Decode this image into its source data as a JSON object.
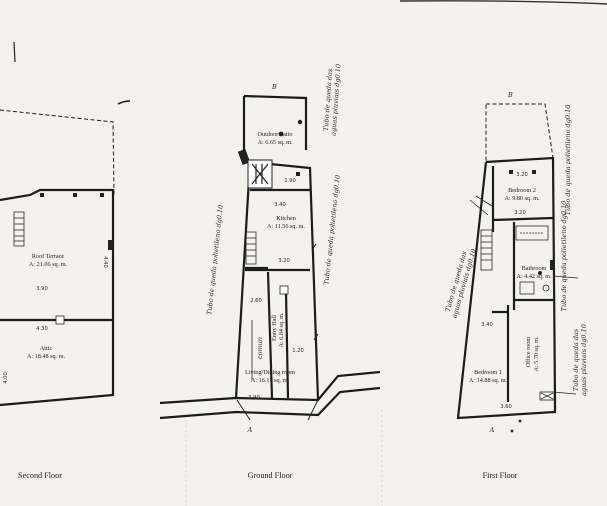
{
  "captions": {
    "second_floor": "Second Floor",
    "ground_floor": "Ground Floor",
    "first_floor": "First Floor"
  },
  "second_floor": {
    "roof_terrace_name": "Roof Terrace",
    "roof_terrace_area": "A: 21.06 sq. m.",
    "attic_name": "Attic",
    "attic_area": "A: 18.48 sq. m.",
    "dim_a": "3.90",
    "dim_b": "4.30",
    "dim_c": "4.40",
    "dim_d": "4.00"
  },
  "ground_floor": {
    "marker_top": "B",
    "marker_bottom": "A",
    "patio_name": "Outdoor Patio",
    "patio_area": "A: 6.65 sq. m.",
    "kitchen_name": "Kitchen",
    "kitchen_area": "A: 11.56 sq. m.",
    "entry_name": "Entry Hall",
    "entry_area": "A: 6.84 sq. m.",
    "living_name": "Living/Dining room",
    "living_area": "A: 16.17 sq. m.",
    "comun": "comun",
    "dim_190": "1.90",
    "dim_340": "3.40",
    "dim_320": "3.20",
    "dim_260": "2.60",
    "dim_120": "1.20",
    "dim_390": "3.90",
    "note_left": "Tubo de queda polietileno dg0.10",
    "note_right_1": "Tubo de queda das",
    "note_right_2": "aguas pluviais dg0.10",
    "note_mid": "Tubo de queda polietileno dg0.10"
  },
  "first_floor": {
    "marker_top": "B",
    "marker_bottom": "A",
    "bedroom2_name": "Bedroom 2",
    "bedroom2_area": "A: 9.80 sq. m.",
    "bathroom_name": "Bathroom",
    "bathroom_area": "A: 4.42 sq. m.",
    "office_name": "Office room",
    "office_area": "A: 5.70 sq. m.",
    "bedroom1_name": "Bedroom 1",
    "bedroom1_area": "A: 14.88 sq. m.",
    "dim_320": "3.20",
    "dim_320b": "3.20",
    "dim_340": "3.40",
    "dim_360": "3.60",
    "note_left_1": "Tubo de queda das",
    "note_left_2": "aguas pluviais dg0.10",
    "note_right_1": "Tubo de queda polietileno dg0.10",
    "note_right_2": "Tubo de queda das",
    "note_right_3": "aguas pluviais dg0.10",
    "note_bath": "Tubo de queda polietileno dg0.10"
  }
}
